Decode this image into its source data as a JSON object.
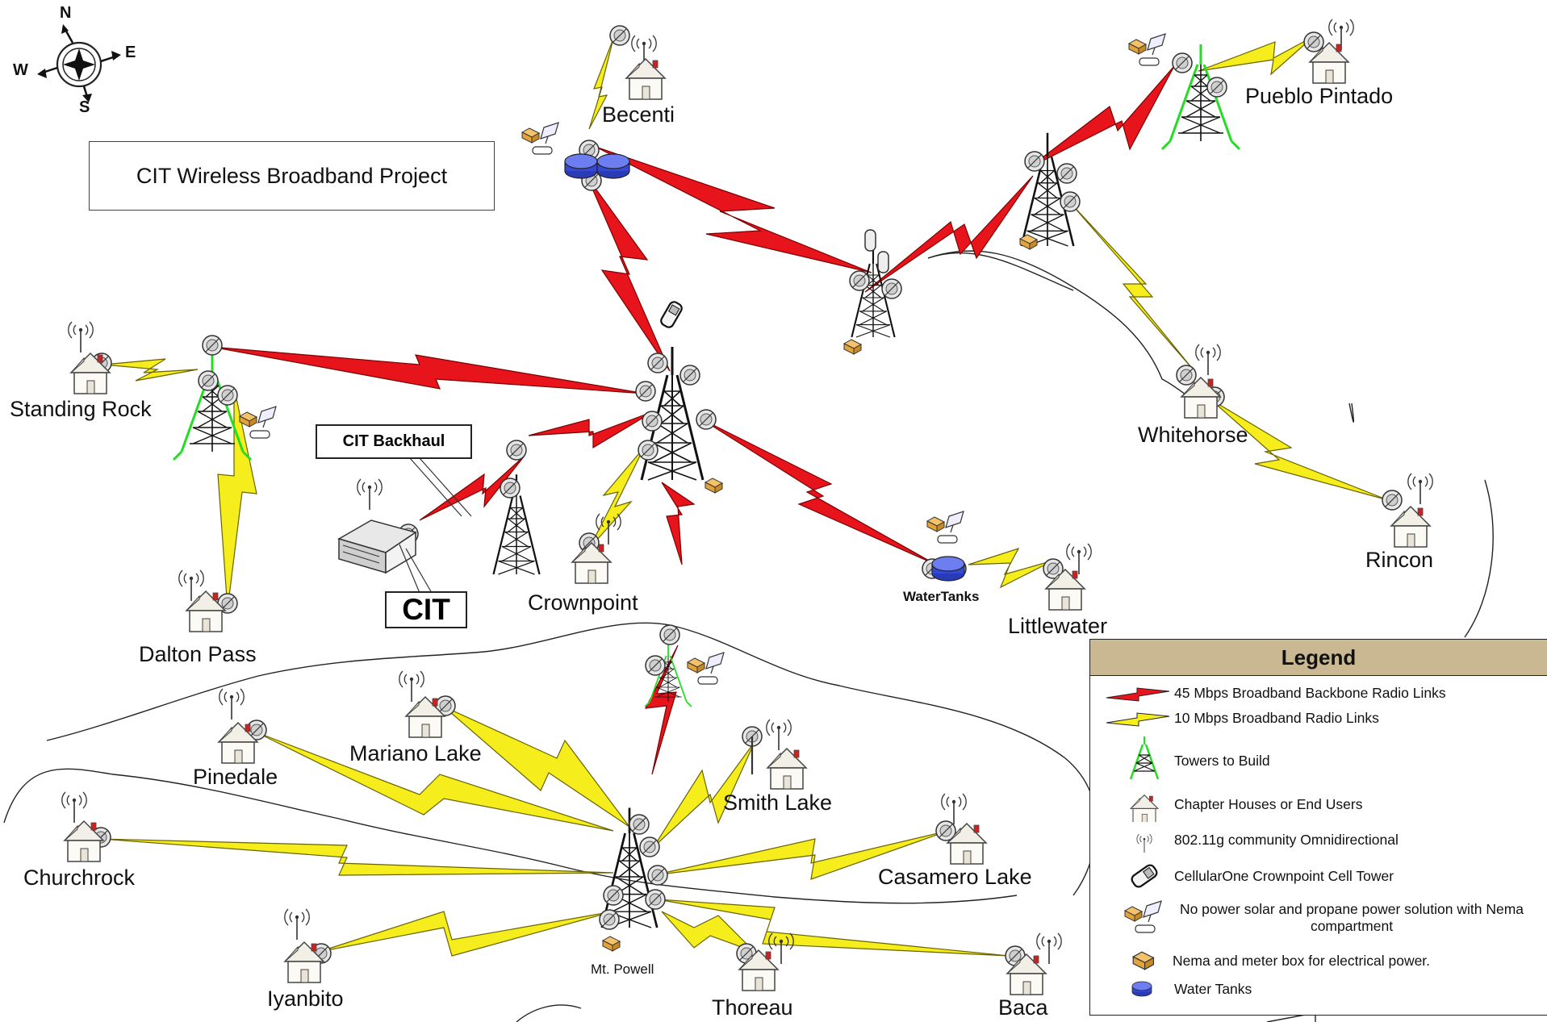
{
  "title": "CIT Wireless Broadband Project",
  "compass": {
    "n": "N",
    "s": "S",
    "e": "E",
    "w": "W"
  },
  "callouts": {
    "backhaul": "CIT Backhaul",
    "cit": "CIT"
  },
  "sites": {
    "becenti": "Becenti",
    "pueblo_pintado": "Pueblo Pintado",
    "standing_rock": "Standing Rock",
    "crownpoint": "Crownpoint",
    "whitehorse": "Whitehorse",
    "rincon": "Rincon",
    "watertanks": "WaterTanks",
    "littlewater": "Littlewater",
    "dalton_pass": "Dalton Pass",
    "mariano_lake": "Mariano Lake",
    "pinedale": "Pinedale",
    "smith_lake": "Smith Lake",
    "casamero_lake": "Casamero Lake",
    "churchrock": "Churchrock",
    "iyanbito": "Iyanbito",
    "mt_powell": "Mt. Powell",
    "thoreau": "Thoreau",
    "baca": "Baca"
  },
  "legend": {
    "title": "Legend",
    "items": [
      {
        "icon": "red-bolt-icon",
        "text": "45 Mbps Broadband Backbone Radio Links"
      },
      {
        "icon": "yellow-bolt-icon",
        "text": "10 Mbps Broadband Radio Links"
      },
      {
        "icon": "green-tower-icon",
        "text": "Towers to Build"
      },
      {
        "icon": "house-icon",
        "text": "Chapter Houses or End Users"
      },
      {
        "icon": "omni-antenna-icon",
        "text": "802.11g community Omnidirectional"
      },
      {
        "icon": "cell-phone-icon",
        "text": "CellularOne Crownpoint Cell Tower"
      },
      {
        "icon": "solar-power-icon",
        "text": "No power solar and propane power solution with Nema compartment"
      },
      {
        "icon": "nema-box-icon",
        "text": "Nema and meter box for electrical power."
      },
      {
        "icon": "water-tank-icon",
        "text": "Water Tanks"
      }
    ]
  },
  "colors": {
    "backbone_link": "#e8141c",
    "radio_link": "#f6ee1c",
    "tower_to_build": "#22dd22",
    "legend_header": "#c9b892",
    "water_tank": "#3548d4",
    "nema_box": "#e3a33a"
  }
}
